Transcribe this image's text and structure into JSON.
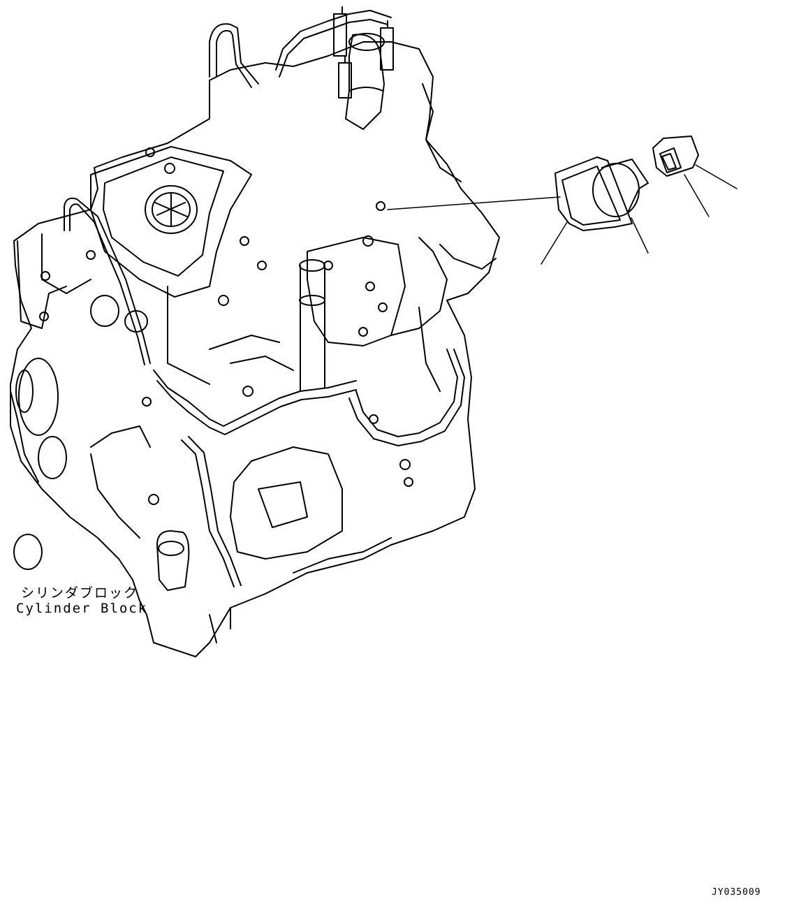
{
  "labels": {
    "cylinder_block_ja": "シリンダブロック",
    "cylinder_block_en": "Cylinder Block"
  },
  "drawing_id": "JY035009",
  "colors": {
    "line": "#000000",
    "background": "#ffffff"
  }
}
